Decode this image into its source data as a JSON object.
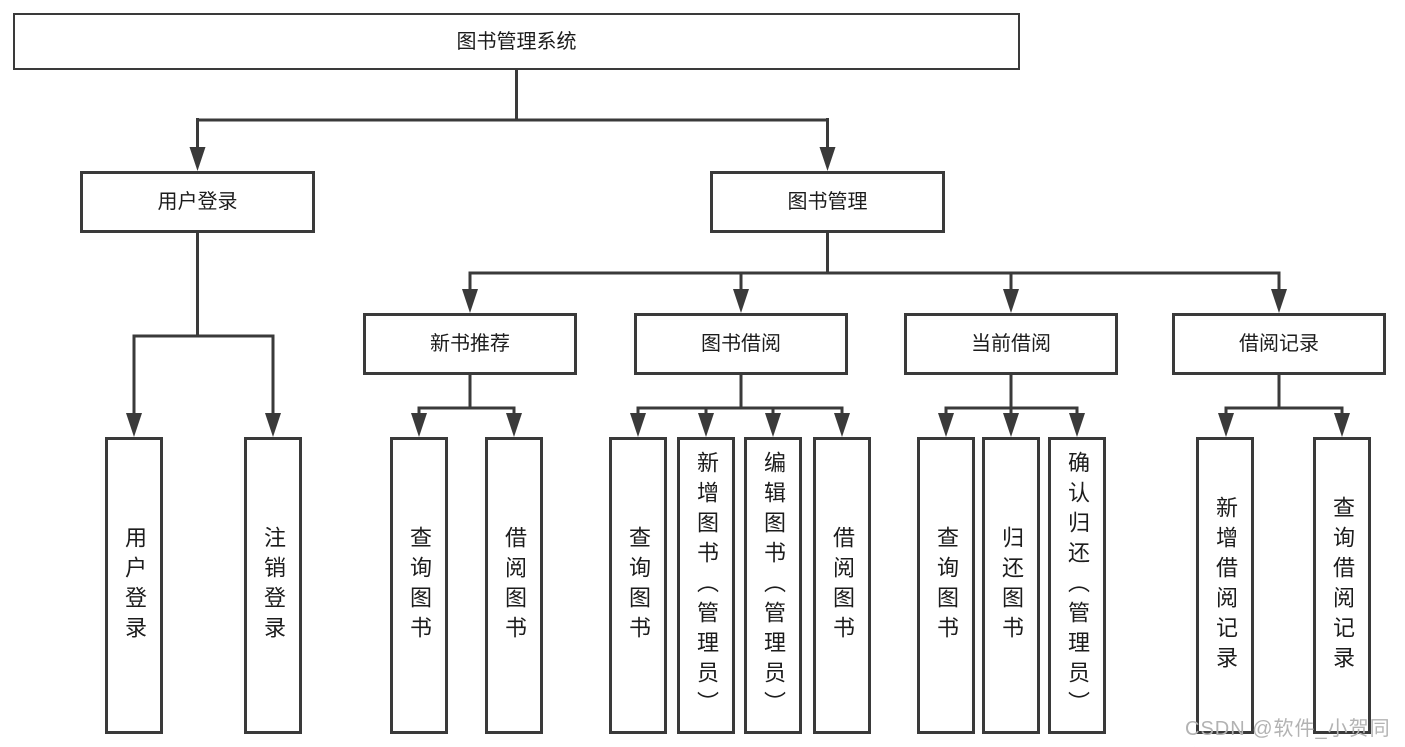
{
  "nodes": {
    "root": "图书管理系统",
    "user_login": "用户登录",
    "book_mgmt": "图书管理",
    "new_book_rec": "新书推荐",
    "book_borrow": "图书借阅",
    "current_borrow": "当前借阅",
    "borrow_records": "借阅记录",
    "leaf_user_login": "用户登录",
    "leaf_logout": "注销登录",
    "leaf_nb_query": "查询图书",
    "leaf_nb_borrow": "借阅图书",
    "leaf_bb_query": "查询图书",
    "leaf_bb_add": "新增图书（管理员）",
    "leaf_bb_edit": "编辑图书（管理员）",
    "leaf_bb_borrow": "借阅图书",
    "leaf_cb_query": "查询图书",
    "leaf_cb_return": "归还图书",
    "leaf_cb_confirm": "确认归还（管理员）",
    "leaf_br_add": "新增借阅记录",
    "leaf_br_query": "查询借阅记录"
  },
  "watermark": "CSDN @软件_小贺同学",
  "colors": {
    "line": "#3a3a3a",
    "text": "#1c1c1c",
    "watermark": "#b3b3b3",
    "background": "#ffffff"
  }
}
